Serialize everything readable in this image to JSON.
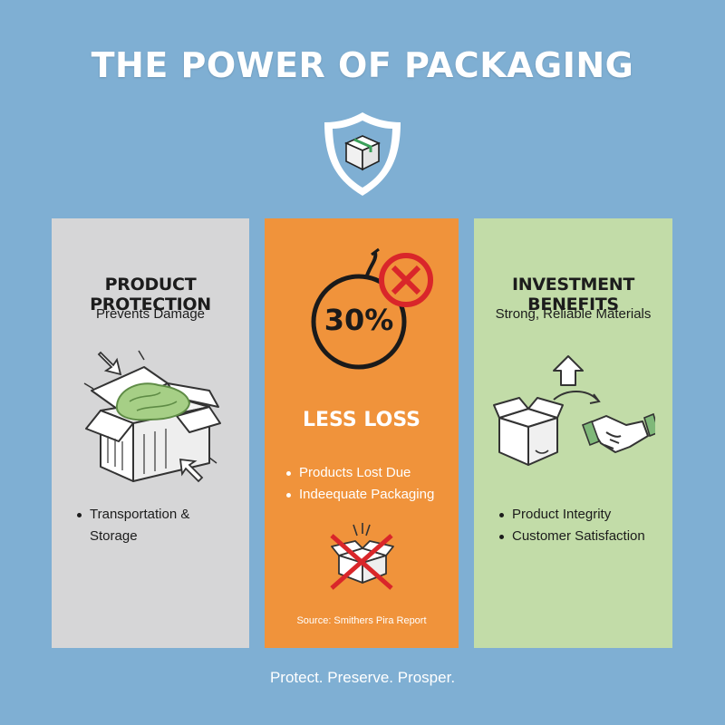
{
  "header": {
    "title": "THE POWER OF PACKAGING",
    "shield_icon": "shield-box-icon"
  },
  "panels": {
    "protection": {
      "title": "PRODUCT PROTECTION",
      "subtitle": "Prevents Damage",
      "illustration": "open-box-cushion-icon",
      "bullets": [
        "Transportation &",
        "Storage"
      ],
      "color": "#d6d6d7"
    },
    "loss": {
      "percent": "30%",
      "headline": "LESS LOSS",
      "bullets": [
        "Products Lost Due",
        "Indeequate Packaging"
      ],
      "source": "Source: Smithers Pira Report",
      "illustration": "crossed-out-box-icon",
      "color": "#f0933b"
    },
    "benefits": {
      "title": "INVESTMENT BENEFITS",
      "subtitle": "Strong, Reliable Materials",
      "illustration": "box-arrow-handshake-icon",
      "bullets": [
        "Product Integrity",
        "Customer Satisfaction"
      ],
      "color": "#c2dca8"
    }
  },
  "footer": {
    "tagline": "Protect. Preserve. Prosper."
  },
  "colors": {
    "background": "#7fafd3",
    "accent_red": "#d9262a",
    "cushion_green": "#a6cf86"
  }
}
